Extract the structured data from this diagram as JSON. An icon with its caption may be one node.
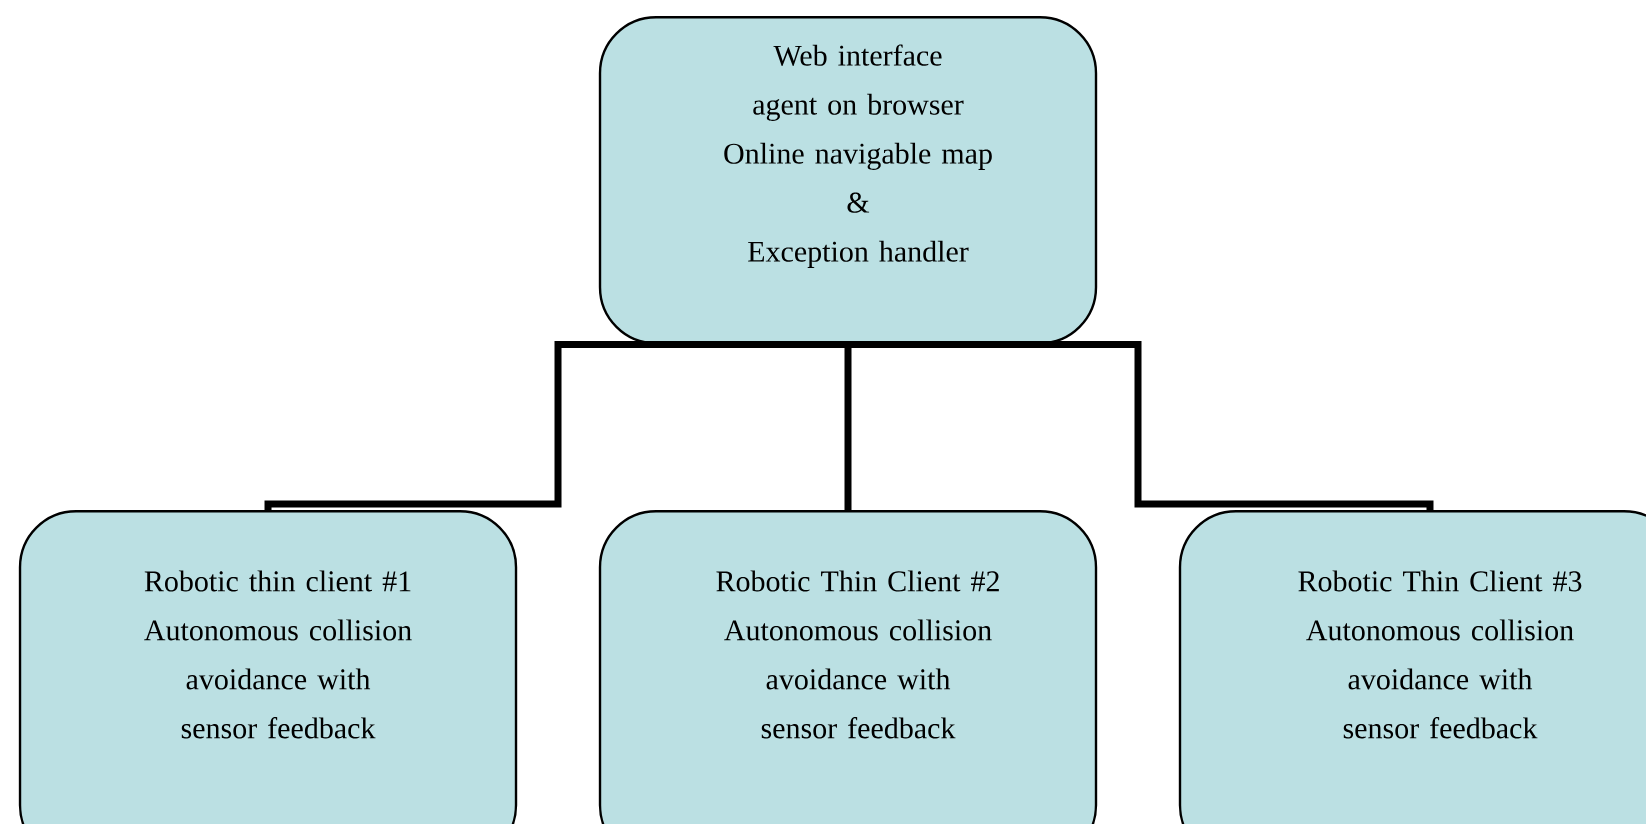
{
  "diagram": {
    "nodes": [
      {
        "text": [
          "Web interface agent on browser",
          "Online navigable map",
          "&",
          "Exception handler"
        ]
      },
      {
        "text": [
          "Robotic thin client #1",
          "Autonomous collision avoidance with sensor feedback"
        ]
      },
      {
        "text": [
          "Robotic Thin Client #2",
          "Autonomous collision avoidance with sensor feedback"
        ]
      },
      {
        "text": [
          "Robotic Thin Client #3",
          "Autonomous collision avoidance with sensor feedback"
        ]
      }
    ],
    "edges": [
      {
        "from": 0,
        "to": 1,
        "arrow": "none"
      },
      {
        "from": 0,
        "to": 2,
        "arrow": "none"
      },
      {
        "from": 0,
        "to": 3,
        "arrow": "none"
      }
    ]
  }
}
